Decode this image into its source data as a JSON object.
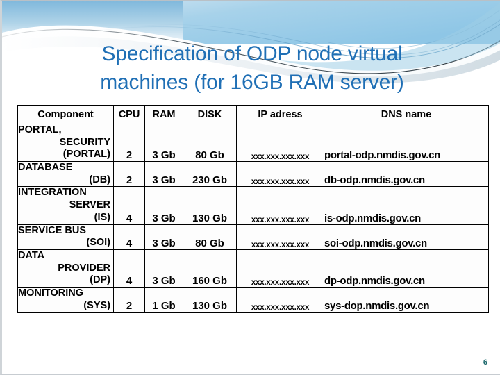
{
  "slide": {
    "title": "Specification of ODP node virtual\nmachines (for 16GB RAM server)",
    "number": "6",
    "title_color": "#1F6FB5",
    "number_color": "#1F6A6E",
    "accent_color": "#8FC4E3"
  },
  "table": {
    "headers": [
      "Component",
      "CPU",
      "RAM",
      "DISK",
      "IP adress",
      "DNS name"
    ],
    "rows": [
      {
        "component_lines": [
          "PORTAL,",
          "SECURITY",
          "(PORTAL)"
        ],
        "cpu": "2",
        "ram": "3 Gb",
        "disk": "80 Gb",
        "ip": "xxx.xxx.xxx.xxx",
        "dns": "portal-odp.nmdis.gov.cn"
      },
      {
        "component_lines": [
          "DATABASE",
          "(DB)"
        ],
        "cpu": "2",
        "ram": "3 Gb",
        "disk": "230 Gb",
        "ip": "xxx.xxx.xxx.xxx",
        "dns": "db-odp.nmdis.gov.cn"
      },
      {
        "component_lines": [
          "INTEGRATION",
          "SERVER",
          "(IS)"
        ],
        "cpu": "4",
        "ram": "3 Gb",
        "disk": "130 Gb",
        "ip": "xxx.xxx.xxx.xxx",
        "dns": "is-odp.nmdis.gov.cn"
      },
      {
        "component_lines": [
          "SERVICE BUS",
          "(SOI)"
        ],
        "cpu": "4",
        "ram": "3 Gb",
        "disk": "80 Gb",
        "ip": "xxx.xxx.xxx.xxx",
        "dns": "soi-odp.nmdis.gov.cn"
      },
      {
        "component_lines": [
          "DATA",
          "PROVIDER",
          "(DP)"
        ],
        "cpu": "4",
        "ram": "3 Gb",
        "disk": "160 Gb",
        "ip": "xxx.xxx.xxx.xxx",
        "dns": "dp-odp.nmdis.gov.cn"
      },
      {
        "component_lines": [
          "MONITORING",
          "(SYS)"
        ],
        "cpu": "2",
        "ram": "1 Gb",
        "disk": "130 Gb",
        "ip": "xxx.xxx.xxx.xxx",
        "dns": "sys-dop.nmdis.gov.cn"
      }
    ]
  }
}
